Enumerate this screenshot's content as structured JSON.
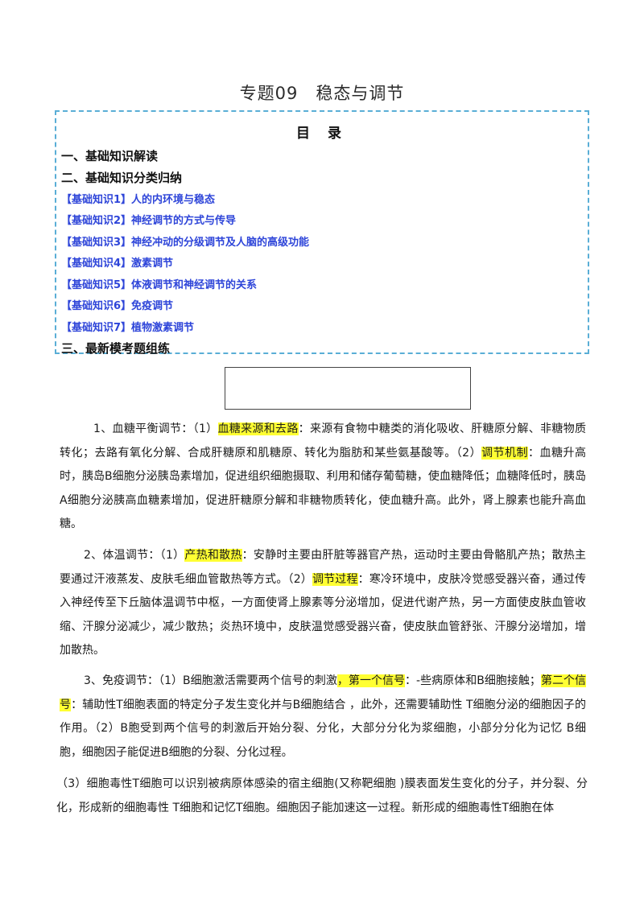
{
  "title": "专题09　稳态与调节",
  "toc": {
    "heading": "目 录",
    "sections": [
      {
        "label": "一、基础知识解读"
      },
      {
        "label": "二、基础知识分类归纳"
      },
      {
        "label": "【基础知识1】人的内环境与稳态"
      },
      {
        "label": "【基础知识2】神经调节的方式与传导"
      },
      {
        "label": "【基础知识3】神经冲动的分级调节及人脑的高级功能"
      },
      {
        "label": "【基础知识4】激素调节"
      },
      {
        "label": "【基础知识5】体液调节和神经调节的关系"
      },
      {
        "label": "【基础知识6】免疫调节"
      },
      {
        "label": "【基础知识7】植物激素调节"
      },
      {
        "label": "三、最新模考题组练"
      }
    ]
  },
  "paragraphs": {
    "p1": {
      "a": "1、血糖平衡调节：（1）",
      "h1": "血糖来源和去路",
      "b": "：来源有食物中糖类的消化吸收、肝糖原分解、非糖物质转化；去路有氧化分解、合成肝糖原和肌糖原、转化为脂肪和某些氨基酸等。（2）",
      "h2": "调节机制",
      "c": "：血糖升高时，胰岛B细胞分泌胰岛素增加，促进组织细胞摄取、利用和储存葡萄糖，使血糖降低；血糖降低时，胰岛A细胞分泌胰高血糖素增加，促进肝糖原分解和非糖物质转化，使血糖升高。此外，肾上腺素也能升高血糖。"
    },
    "p2": {
      "a": "2、体温调节：（1）",
      "h1": "产热和散热",
      "b": "：安静时主要由肝脏等器官产热，运动时主要由骨骼肌产热；散热主要通过汗液蒸发、皮肤毛细血管散热等方式。（2）",
      "h2": "调节过程",
      "c": "：寒冷环境中，皮肤冷觉感受器兴奋，通过传入神经传至下丘脑体温调节中枢，一方面使肾上腺素等分泌增加，促进代谢产热，另一方面使皮肤血管收缩、汗腺分泌减少，减少散热；炎热环境中，皮肤温觉感受器兴奋，使皮肤血管舒张、汗腺分泌增加，增加散热。"
    },
    "p3": {
      "a": "3、免疫调节：（1）B细胞激活需要两个信号的刺激",
      "h1": "，第一个信号",
      "b": "：-些病原体和B细胞接触；",
      "h2": "第二个信号",
      "c": "：辅助性T细胞表面的特定分子发生变化并与B细胞结合 ，此外，还需要辅助性 T细胞分泌的细胞因子的作用。（2）B胞受到两个信号的刺激后开始分裂、分化，大部分分化为浆细胞，小部分分化为记忆 B细胞，细胞因子能促进B细胞的分裂、分化过程。"
    },
    "p4": "（3）细胞毒性T细胞可以识别被病原体感染的宿主细胞(又称靶细胞 )膜表面发生变化的分子，并分裂、分化，形成新的细胞毒性 T细胞和记忆T细胞。细胞因子能加速这一过程。新形成的细胞毒性T细胞在体"
  },
  "colors": {
    "highlight": "#ffff33",
    "toc_link": "#2e45d9",
    "toc_border": "#5aaed6"
  }
}
